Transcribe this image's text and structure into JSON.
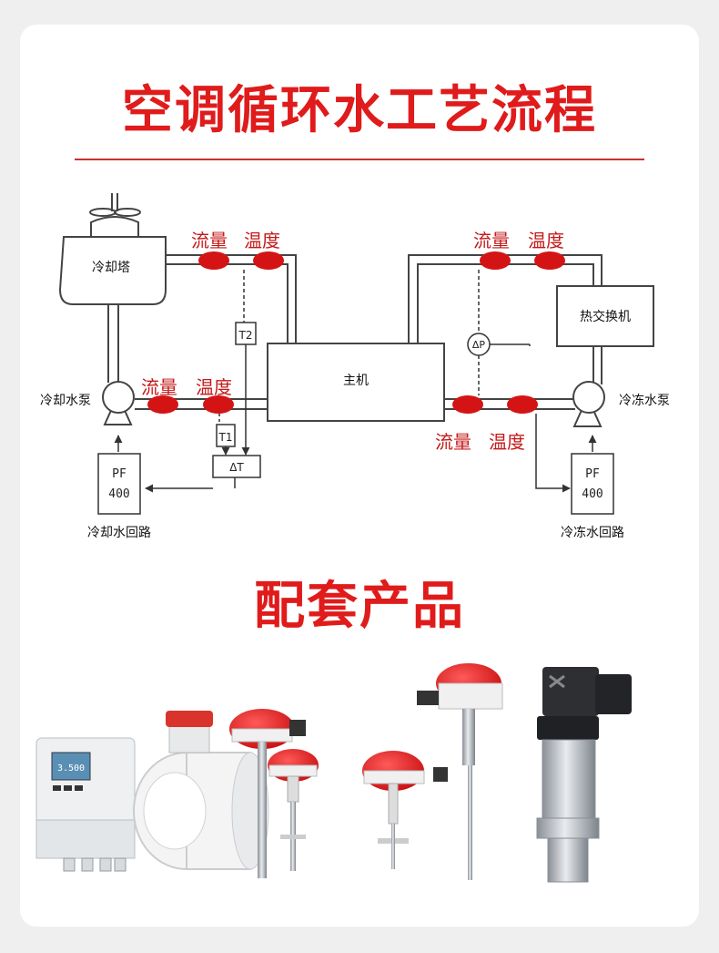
{
  "title": "空调循环水工艺流程",
  "subtitle": "配套产品",
  "diagram": {
    "cooling_tower": "冷却塔",
    "main_unit": "主机",
    "heat_exchanger": "热交换机",
    "cooling_pump": "冷却水泵",
    "chilled_pump": "冷冻水泵",
    "cooling_loop": "冷却水回路",
    "chilled_loop": "冷冻水回路",
    "flow_label": "流量",
    "temp_label": "温度",
    "t2": "T2",
    "t1": "T1",
    "delta_t": "ΔT",
    "delta_p": "ΔP",
    "pf_left": {
      "line1": "PF",
      "line2": "400"
    },
    "pf_right": {
      "line1": "PF",
      "line2": "400"
    }
  },
  "products": {
    "flowmeter_display": "3.500"
  },
  "colors": {
    "accent": "#e01b1b",
    "sensor": "#d41414",
    "pipe": "#444444"
  }
}
